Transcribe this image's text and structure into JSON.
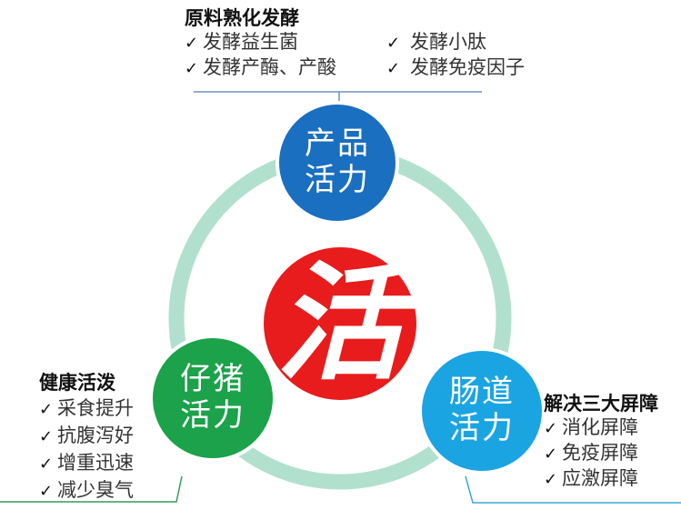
{
  "colors": {
    "ring": "#b2e0cf",
    "product_node": "#1a6fc0",
    "center_node": "#e81c1c",
    "piglet_node": "#1ba24a",
    "gut_node": "#1aa4e2",
    "top_connector": "#6f93b5",
    "left_connector": "#2e9e5a",
    "right_connector": "#3aa6dc"
  },
  "center": {
    "char": "活"
  },
  "nodes": {
    "product": {
      "line1": "产品",
      "line2": "活力"
    },
    "piglet": {
      "line1": "仔猪",
      "line2": "活力"
    },
    "gut": {
      "line1": "肠道",
      "line2": "活力"
    }
  },
  "top_block": {
    "title": "原料熟化发酵",
    "check": "✓",
    "items": [
      "发酵益生菌",
      "发酵小肽",
      "发酵产酶、产酸",
      "发酵免疫因子"
    ]
  },
  "left_block": {
    "title": "健康活泼",
    "check": "✓",
    "items": [
      "采食提升",
      "抗腹泻好",
      "增重迅速",
      "减少臭气"
    ]
  },
  "right_block": {
    "title": "解决三大屏障",
    "check": "✓",
    "items": [
      "消化屏障",
      "免疫屏障",
      "应激屏障"
    ]
  }
}
